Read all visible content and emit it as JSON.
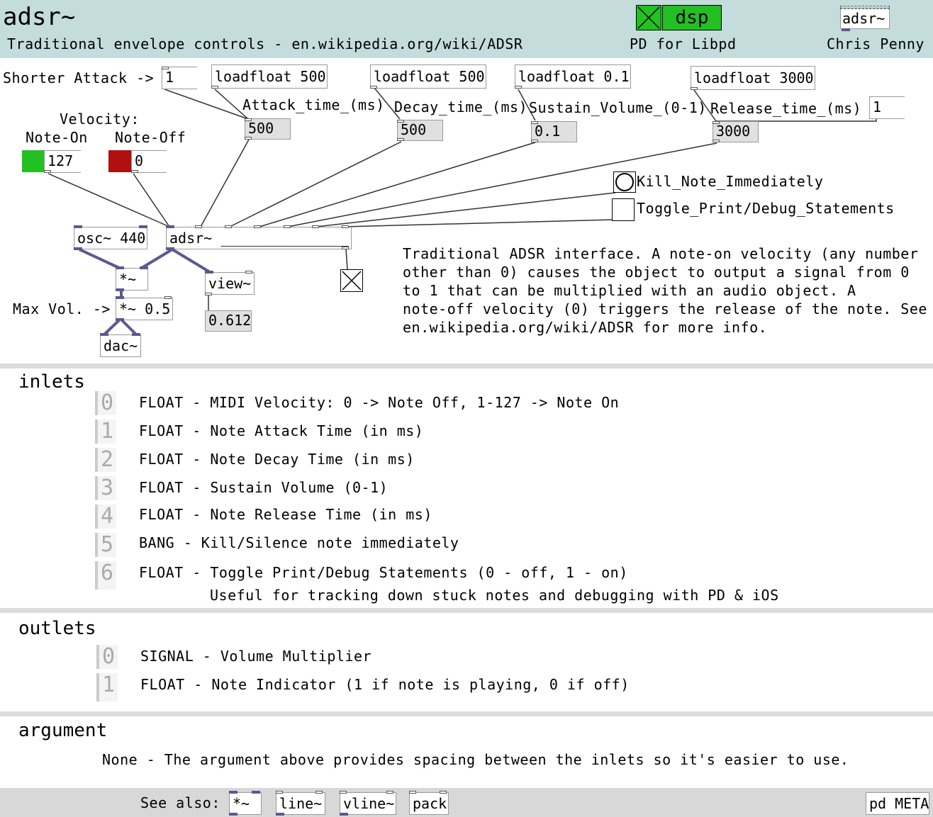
{
  "header": {
    "title": "adsr~",
    "subtitle": "Traditional envelope controls - en.wikipedia.org/wiki/ADSR",
    "dsp_label": "dsp",
    "platform": "PD for Libpd",
    "object_name": "adsr~",
    "author": "Chris Penny"
  },
  "patch": {
    "shorter_attack_label": "Shorter Attack ->",
    "shorter_attack_value": "1",
    "loadfloats": [
      "loadfloat 500",
      "loadfloat 500",
      "loadfloat 0.1",
      "loadfloat 3000"
    ],
    "attack_label": "Attack_time_(ms)",
    "decay_label": "Decay_time_(ms)",
    "sustain_label": "Sustain_Volume_(0-1)",
    "release_label": "Release_time_(ms)",
    "release_flag_value": "1",
    "attack_value": "500",
    "decay_value": "500",
    "sustain_value": "0.1",
    "release_value": "3000",
    "velocity_label": "Velocity:",
    "note_on_label": "Note-On",
    "note_off_label": "Note-Off",
    "note_on_value": "127",
    "note_off_value": "0",
    "kill_label": "Kill_Note_Immediately",
    "toggle_label": "Toggle_Print/Debug_Statements",
    "osc_object": "osc~ 440",
    "adsr_object": "adsr~ _______________",
    "mult_object": "*~",
    "view_object": "view~",
    "view_value": "0.612",
    "max_vol_label": "Max Vol. ->",
    "mult_half_object": "*~ 0.5",
    "dac_object": "dac~",
    "description": [
      "Traditional ADSR interface. A note-on velocity (any number",
      "other than 0) causes the object to output a signal from 0",
      "to 1 that can be multiplied with an audio object. A",
      "note-off velocity (0) triggers the release of the note. See",
      "en.wikipedia.org/wiki/ADSR for more info."
    ],
    "colors": {
      "note_on": "#22c022",
      "note_off": "#b01010",
      "dsp_on": "#22c022",
      "header_bg": "#c4dcdc"
    }
  },
  "inlets": {
    "title": "inlets",
    "items": [
      {
        "num": "0",
        "text": "FLOAT - MIDI Velocity: 0 -> Note Off, 1-127 -> Note On"
      },
      {
        "num": "1",
        "text": "FLOAT - Note Attack Time (in ms)"
      },
      {
        "num": "2",
        "text": "FLOAT - Note Decay Time (in ms)"
      },
      {
        "num": "3",
        "text": "FLOAT - Sustain Volume (0-1)"
      },
      {
        "num": "4",
        "text": "FLOAT - Note Release Time (in ms)"
      },
      {
        "num": "5",
        "text": "BANG - Kill/Silence note immediately"
      },
      {
        "num": "6",
        "text": "FLOAT - Toggle Print/Debug Statements (0 - off, 1 - on)"
      }
    ],
    "extra": "Useful for tracking down stuck notes and debugging with PD & iOS"
  },
  "outlets": {
    "title": "outlets",
    "items": [
      {
        "num": "0",
        "text": "SIGNAL - Volume Multiplier"
      },
      {
        "num": "1",
        "text": "FLOAT - Note Indicator (1 if note is playing, 0 if off)"
      }
    ]
  },
  "argument": {
    "title": "argument",
    "text": "None - The argument above provides spacing between the inlets so it's easier to use."
  },
  "footer": {
    "see_also_label": "See also:",
    "links": [
      "*~",
      "line~",
      "vline~",
      "pack"
    ],
    "meta": "pd META"
  }
}
